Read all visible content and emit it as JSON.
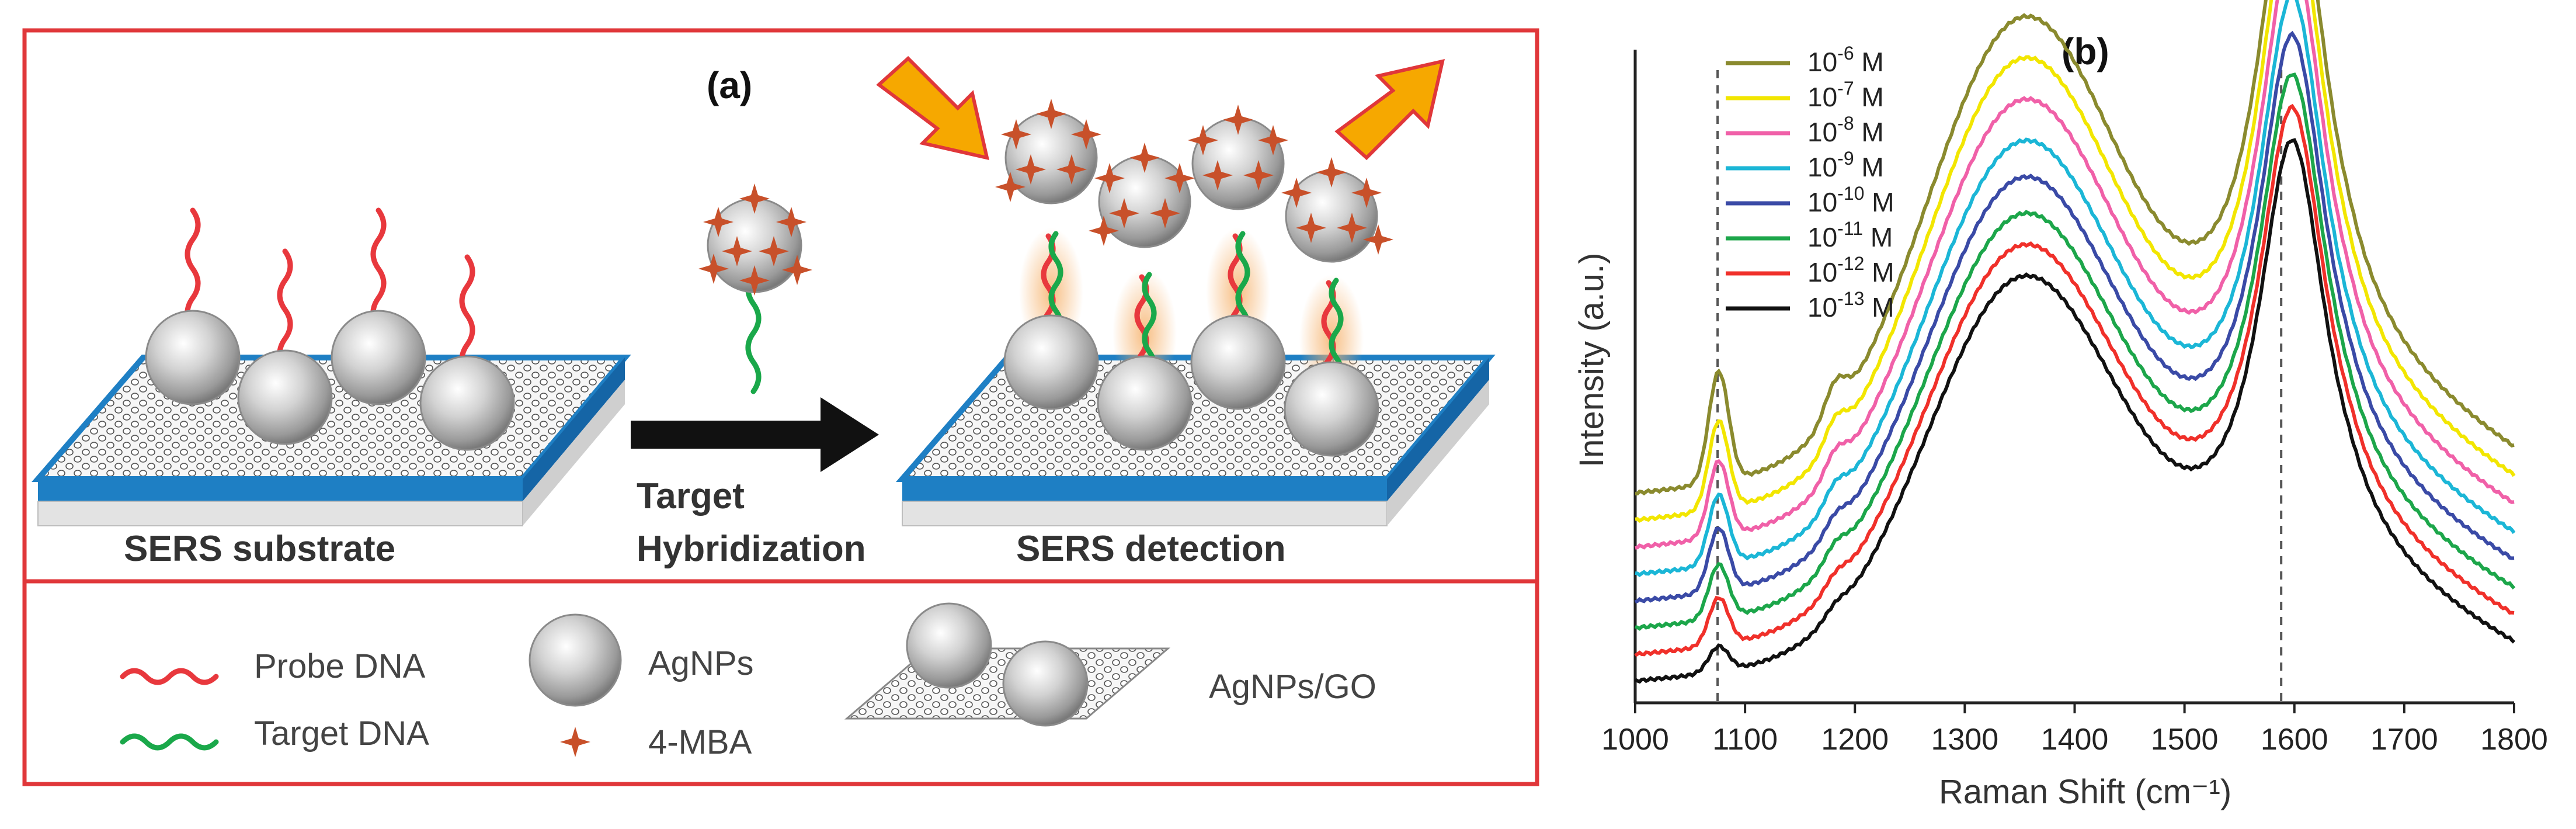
{
  "panel_a": {
    "label": "(a)",
    "substrate_label": "SERS substrate",
    "arrow_label_1": "Target",
    "arrow_label_2": "Hybridization",
    "detection_label": "SERS detection",
    "legend": {
      "probe_dna": "Probe DNA",
      "target_dna": "Target DNA",
      "agnps": "AgNPs",
      "mba": "4-MBA",
      "agnps_go": "AgNPs/GO"
    },
    "colors": {
      "frame": "#e0373a",
      "probe_dna": "#e8383d",
      "target_dna": "#1aa84a",
      "substrate_top": "#1e7fc4",
      "mba_star": "#c8502a",
      "arrow_fill": "#f6a800",
      "arrow_edge": "#e0373a"
    }
  },
  "chart_data": {
    "type": "line",
    "label": "(b)",
    "xlabel": "Raman Shift (cm⁻¹)",
    "ylabel": "Intensity (a.u.)",
    "xlim": [
      1000,
      1800
    ],
    "xticks": [
      "1000",
      "1100",
      "1200",
      "1300",
      "1400",
      "1500",
      "1600",
      "1700",
      "1800"
    ],
    "yticks_shown": false,
    "dashed_lines_x": [
      1075,
      1588
    ],
    "legend_position": "top-left",
    "series": [
      {
        "base": "10",
        "exp": "-6",
        "unit": "M",
        "color": "#8a8a2e",
        "offset": 7.0,
        "scale": 1.0,
        "p1075": 0.35,
        "p1180": 0.1
      },
      {
        "base": "10",
        "exp": "-7",
        "unit": "M",
        "color": "#f2e600",
        "offset": 6.0,
        "scale": 0.97,
        "p1075": 0.28,
        "p1180": 0.08
      },
      {
        "base": "10",
        "exp": "-8",
        "unit": "M",
        "color": "#f060a8",
        "offset": 5.0,
        "scale": 0.94,
        "p1075": 0.24,
        "p1180": 0.07
      },
      {
        "base": "10",
        "exp": "-9",
        "unit": "M",
        "color": "#1bb6d6",
        "offset": 4.0,
        "scale": 0.91,
        "p1075": 0.22,
        "p1180": 0.06
      },
      {
        "base": "10",
        "exp": "-10",
        "unit": "M",
        "color": "#3a4aa6",
        "offset": 3.0,
        "scale": 0.89,
        "p1075": 0.2,
        "p1180": 0.05
      },
      {
        "base": "10",
        "exp": "-11",
        "unit": "M",
        "color": "#1ca64a",
        "offset": 2.0,
        "scale": 0.87,
        "p1075": 0.17,
        "p1180": 0.05
      },
      {
        "base": "10",
        "exp": "-12",
        "unit": "M",
        "color": "#f0302a",
        "offset": 1.0,
        "scale": 0.86,
        "p1075": 0.15,
        "p1180": 0.04
      },
      {
        "base": "10",
        "exp": "-13",
        "unit": "M",
        "color": "#111111",
        "offset": 0.0,
        "scale": 0.85,
        "p1075": 0.08,
        "p1180": 0.03
      }
    ]
  }
}
